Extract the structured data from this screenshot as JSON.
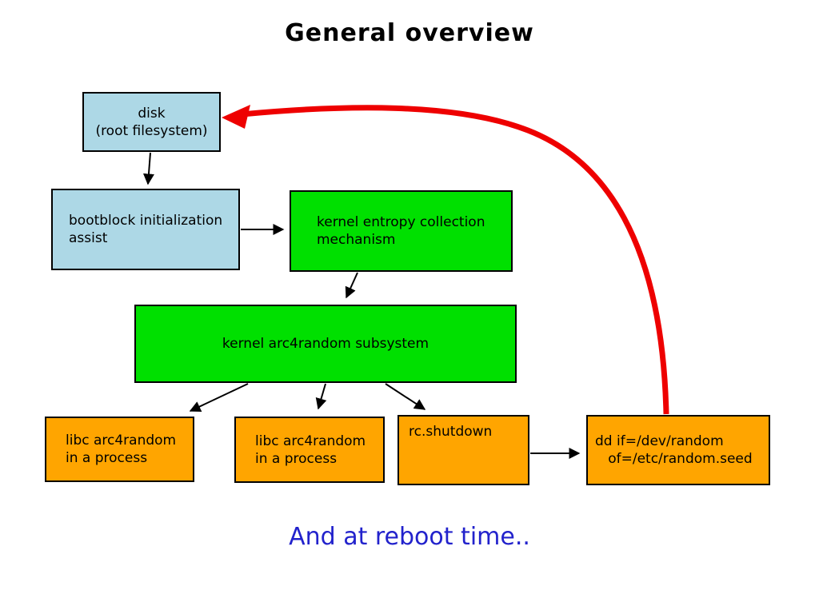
{
  "title": "General overview",
  "annotation": {
    "text": "And at reboot time..",
    "color": "#2222cc"
  },
  "colors": {
    "lightblue": "#add8e6",
    "green": "#00e000",
    "orange": "#ffa500",
    "red_arrow": "#ee0000",
    "black_arrow": "#000000"
  },
  "nodes": [
    {
      "id": "disk",
      "label": "disk\n(root filesystem)",
      "fill": "#add8e6"
    },
    {
      "id": "bootblock",
      "label": "bootblock initialization\nassist",
      "fill": "#add8e6"
    },
    {
      "id": "entropy",
      "label": "kernel entropy collection\nmechanism",
      "fill": "#00e000"
    },
    {
      "id": "arc4",
      "label": "kernel arc4random subsystem",
      "fill": "#00e000"
    },
    {
      "id": "libc1",
      "label": "libc arc4random\nin a process",
      "fill": "#ffa500"
    },
    {
      "id": "libc2",
      "label": "libc arc4random\nin a process",
      "fill": "#ffa500"
    },
    {
      "id": "rcshutdown",
      "label": "rc.shutdown",
      "fill": "#ffa500"
    },
    {
      "id": "dd",
      "label": "dd if=/dev/random\n   of=/etc/random.seed",
      "fill": "#ffa500"
    }
  ],
  "edges": [
    {
      "from": "disk",
      "to": "bootblock",
      "style": "straight-black"
    },
    {
      "from": "bootblock",
      "to": "entropy",
      "style": "straight-black"
    },
    {
      "from": "entropy",
      "to": "arc4",
      "style": "straight-black"
    },
    {
      "from": "arc4",
      "to": "libc1",
      "style": "straight-black"
    },
    {
      "from": "arc4",
      "to": "libc2",
      "style": "straight-black"
    },
    {
      "from": "arc4",
      "to": "rcshutdown",
      "style": "straight-black"
    },
    {
      "from": "rcshutdown",
      "to": "dd",
      "style": "straight-black"
    },
    {
      "from": "dd",
      "to": "disk",
      "style": "curved-thick",
      "color": "#ee0000"
    }
  ]
}
